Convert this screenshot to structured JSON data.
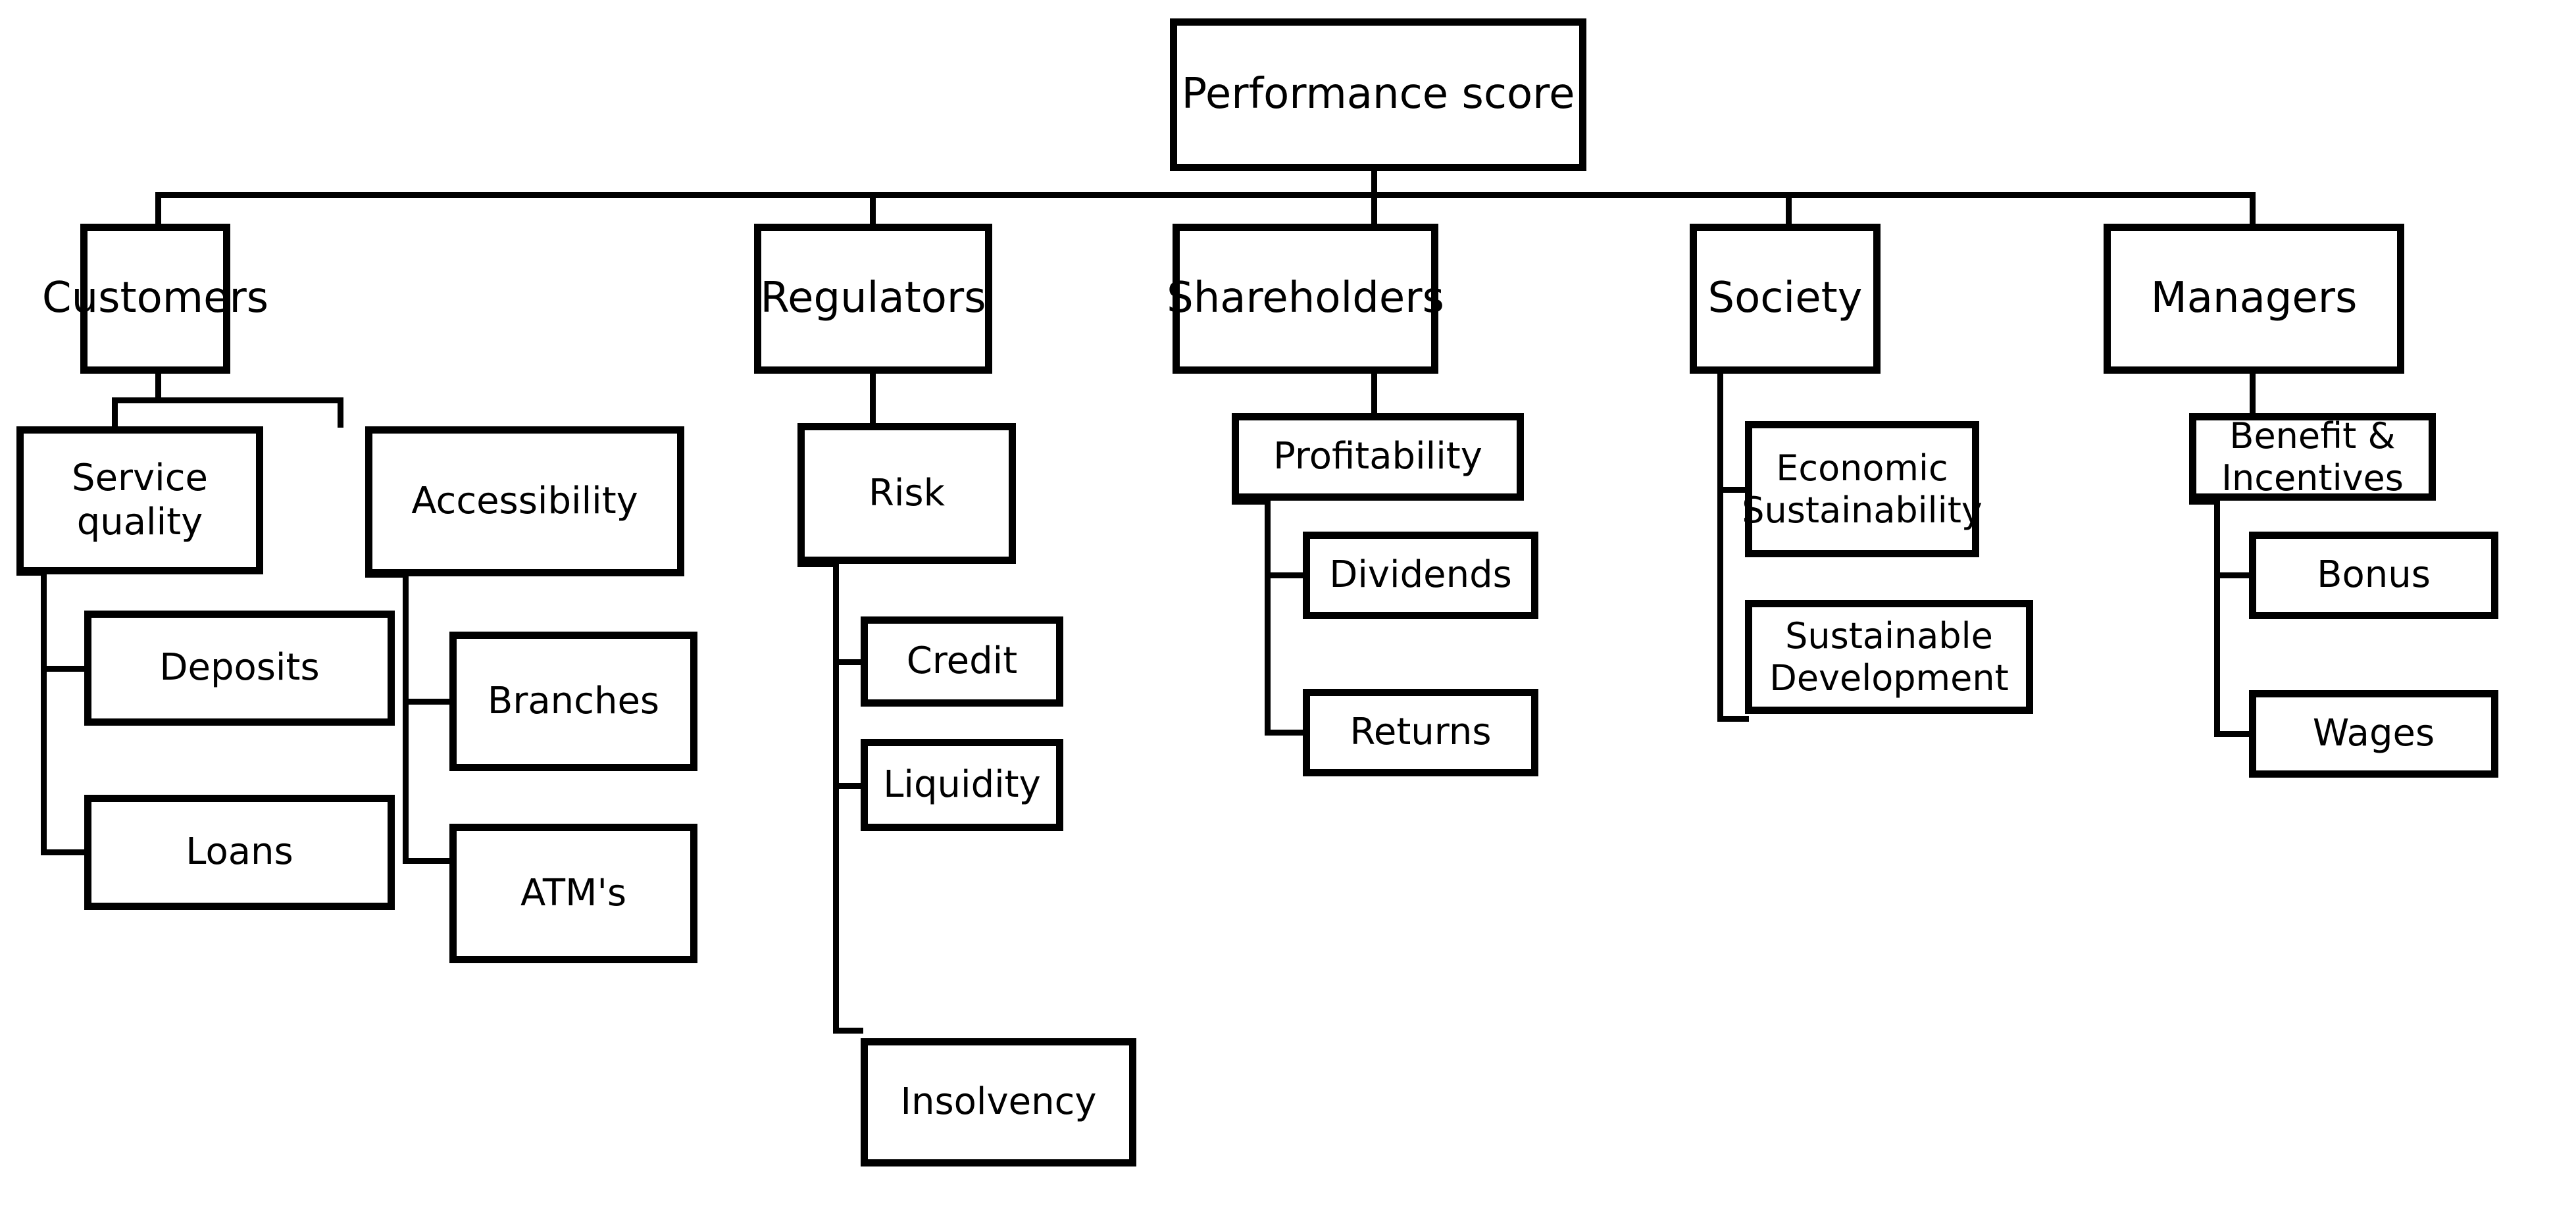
{
  "diagram": {
    "type": "hierarchy-tree",
    "orientation": "top-down",
    "title_node": "Performance score",
    "style": {
      "box_fill": "#ffffff",
      "box_stroke": "#000000",
      "connector_color": "#000000",
      "text_color": "#000000"
    },
    "nodes": {
      "root": {
        "label": "Performance score",
        "level": 0
      },
      "customers": {
        "label": "Customers",
        "level": 1
      },
      "regulators": {
        "label": "Regulators",
        "level": 1
      },
      "shareholders": {
        "label": "Shareholders",
        "level": 1
      },
      "society": {
        "label": "Society",
        "level": 1
      },
      "managers": {
        "label": "Managers",
        "level": 1
      },
      "service_quality": {
        "label": "Service\nquality",
        "level": 2
      },
      "accessibility": {
        "label": "Accessibility",
        "level": 2
      },
      "risk": {
        "label": "Risk",
        "level": 2
      },
      "profitability": {
        "label": "Profitability",
        "level": 2
      },
      "economic_sustainability": {
        "label": "Economic\nSustainability",
        "level": 2
      },
      "sustainable_development": {
        "label": "Sustainable\nDevelopment",
        "level": 2
      },
      "benefit_incentives": {
        "label": "Benefit &\nIncentives",
        "level": 2
      },
      "deposits": {
        "label": "Deposits",
        "level": 3
      },
      "loans": {
        "label": "Loans",
        "level": 3
      },
      "branches": {
        "label": "Branches",
        "level": 3
      },
      "atms": {
        "label": "ATM's",
        "level": 3
      },
      "credit": {
        "label": "Credit",
        "level": 3
      },
      "liquidity": {
        "label": "Liquidity",
        "level": 3
      },
      "insolvency": {
        "label": "Insolvency",
        "level": 3
      },
      "dividends": {
        "label": "Dividends",
        "level": 3
      },
      "returns": {
        "label": "Returns",
        "level": 3
      },
      "bonus": {
        "label": "Bonus",
        "level": 3
      },
      "wages": {
        "label": "Wages",
        "level": 3
      }
    },
    "edges": [
      {
        "from": "root",
        "to": "customers"
      },
      {
        "from": "root",
        "to": "regulators"
      },
      {
        "from": "root",
        "to": "shareholders"
      },
      {
        "from": "root",
        "to": "society"
      },
      {
        "from": "root",
        "to": "managers"
      },
      {
        "from": "customers",
        "to": "service_quality"
      },
      {
        "from": "customers",
        "to": "accessibility"
      },
      {
        "from": "regulators",
        "to": "risk"
      },
      {
        "from": "shareholders",
        "to": "profitability"
      },
      {
        "from": "society",
        "to": "economic_sustainability"
      },
      {
        "from": "society",
        "to": "sustainable_development"
      },
      {
        "from": "managers",
        "to": "benefit_incentives"
      },
      {
        "from": "service_quality",
        "to": "deposits"
      },
      {
        "from": "service_quality",
        "to": "loans"
      },
      {
        "from": "accessibility",
        "to": "branches"
      },
      {
        "from": "accessibility",
        "to": "atms"
      },
      {
        "from": "risk",
        "to": "credit"
      },
      {
        "from": "risk",
        "to": "liquidity"
      },
      {
        "from": "risk",
        "to": "insolvency"
      },
      {
        "from": "profitability",
        "to": "dividends"
      },
      {
        "from": "profitability",
        "to": "returns"
      },
      {
        "from": "benefit_incentives",
        "to": "bonus"
      },
      {
        "from": "benefit_incentives",
        "to": "wages"
      }
    ]
  }
}
